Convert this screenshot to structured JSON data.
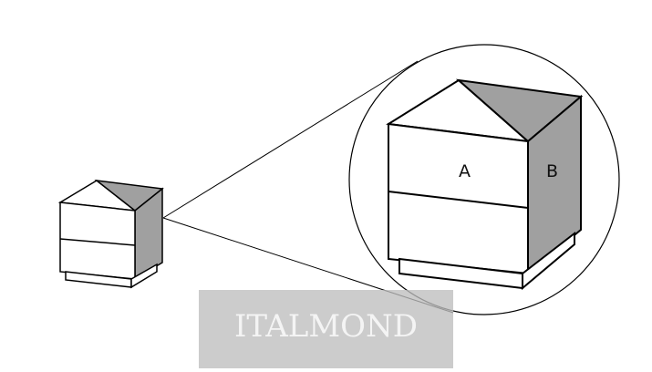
{
  "diagram": {
    "face_label_a": "A",
    "face_label_b": "B",
    "watermark": "ITALMOND",
    "colors": {
      "stroke": "#000000",
      "shaded_face": "#a0a0a0",
      "front_face": "#ffffff"
    }
  }
}
